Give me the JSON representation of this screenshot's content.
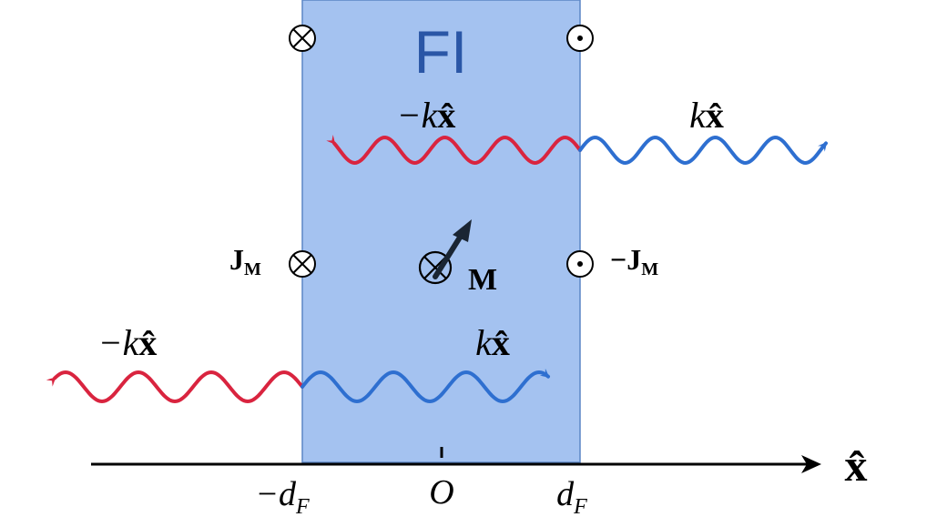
{
  "region": {
    "label": "FI",
    "fill": "#a4c2f0",
    "stroke": "#5b86c5",
    "label_color": "#2a56a6"
  },
  "colors": {
    "red_wave": "#d9243f",
    "blue_wave": "#2e6fd0",
    "axis": "#000000",
    "magnetization_arrow": "#1a2533"
  },
  "waves": {
    "upper_left_label": "−k",
    "upper_right_label": "k",
    "lower_left_label": "−k",
    "lower_right_label": "k",
    "unit_vector": "x̂"
  },
  "currents": {
    "left_label": "J",
    "left_subscript": "M",
    "right_label": "−J",
    "right_subscript": "M",
    "left_symbol": "into-page",
    "right_symbol": "out-of-page"
  },
  "magnetization": {
    "label": "M",
    "symbol": "into-page"
  },
  "axis": {
    "label": "x̂",
    "ticks": {
      "left": "−d",
      "left_subscript": "F",
      "center": "O",
      "right": "d",
      "right_subscript": "F"
    }
  }
}
